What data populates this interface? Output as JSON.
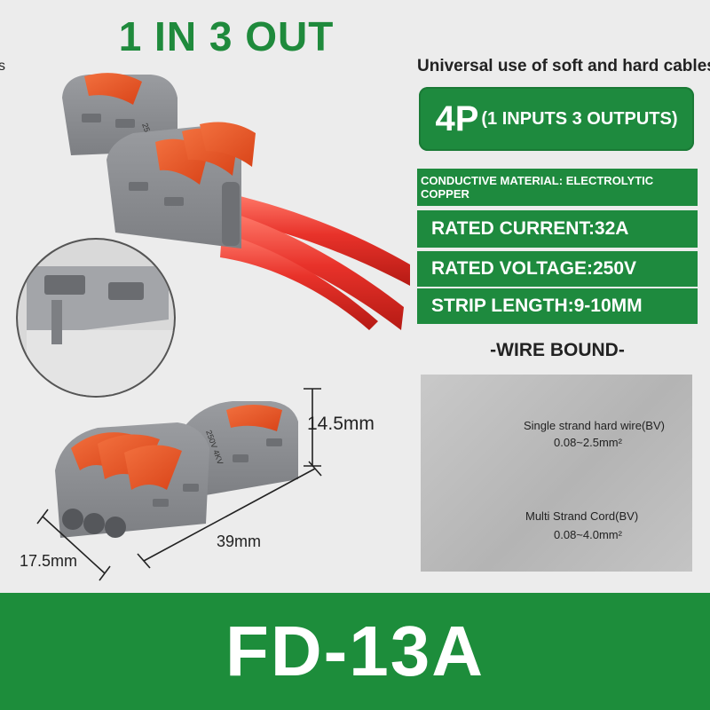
{
  "headline": "1 IN 3 OUT",
  "left_edge_fragment": "s",
  "usage_note": "Universal use of soft and hard cables",
  "model_badge": {
    "main": "4P",
    "sub": "(1 INPUTS 3 OUTPUTS)"
  },
  "specs": {
    "material": "CONDUCTIVE MATERIAL: ELECTROLYTIC COPPER",
    "current": "RATED CURRENT:32A",
    "voltage": "RATED VOLTAGE:250V",
    "strip_length": "STRIP LENGTH:9-10MM"
  },
  "wire_bound": {
    "heading": "-WIRE BOUND-",
    "single": {
      "name": "Single strand hard wire(BV)",
      "range": "0.08~2.5mm²"
    },
    "multi": {
      "name": "Multi Strand Cord(BV)",
      "range": "0.08~4.0mm²"
    }
  },
  "dimensions": {
    "height": "14.5mm",
    "length": "39mm",
    "width": "17.5mm"
  },
  "connector_marking": "250V 4KV",
  "model_name": "FD-13A",
  "colors": {
    "brand_green": "#1e8a3e",
    "housing_gray": "#8a8c90",
    "lever_orange": "#e8542a",
    "wire_red": "#e8322a"
  },
  "icons": [
    "connector-product-photo",
    "detail-zoom-photo",
    "dimension-diagram",
    "single-strand-cross-section",
    "multi-strand-cross-section"
  ]
}
